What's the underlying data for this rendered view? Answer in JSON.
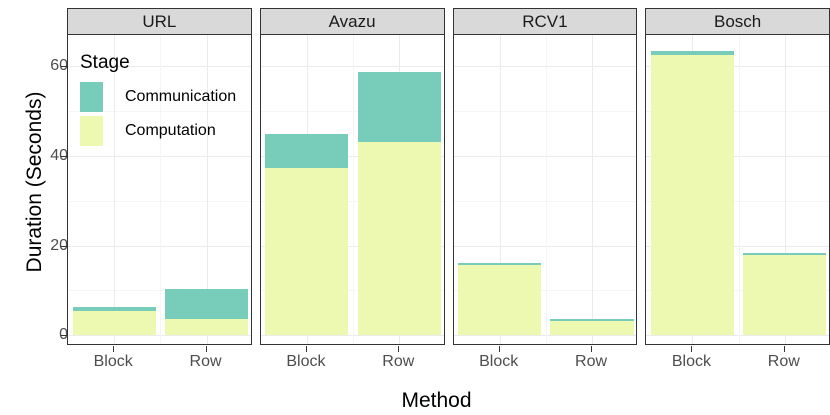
{
  "chart_data": {
    "type": "bar",
    "subtype": "stacked-bar-faceted",
    "title": "",
    "xlabel": "Method",
    "ylabel": "Duration (Seconds)",
    "ylim": [
      -2.2,
      67
    ],
    "yticks": [
      0,
      20,
      40,
      60
    ],
    "ytick_labels": [
      "0",
      "20",
      "40",
      "60"
    ],
    "minor_gridlines_y": [
      10,
      30,
      50
    ],
    "grid": true,
    "legend_title": "Stage",
    "legend_position": "inside-top-left",
    "categories": [
      "Block",
      "Row"
    ],
    "facets": [
      "URL",
      "Avazu",
      "RCV1",
      "Bosch"
    ],
    "series": [
      {
        "name": "Computation",
        "color": "#EDF8B1",
        "values": {
          "URL": {
            "Block": 5.3,
            "Row": 3.7
          },
          "Avazu": {
            "Block": 37.3,
            "Row": 43.0
          },
          "RCV1": {
            "Block": 15.6,
            "Row": 3.1
          },
          "Bosch": {
            "Block": 62.5,
            "Row": 17.9
          }
        }
      },
      {
        "name": "Communication",
        "color": "#77CCBA",
        "values": {
          "URL": {
            "Block": 0.9,
            "Row": 6.6
          },
          "Avazu": {
            "Block": 7.7,
            "Row": 15.8
          },
          "RCV1": {
            "Block": 0.5,
            "Row": 0.4
          },
          "Bosch": {
            "Block": 0.9,
            "Row": 0.5
          }
        }
      }
    ],
    "totals": {
      "URL": {
        "Block": 6.2,
        "Row": 10.3
      },
      "Avazu": {
        "Block": 45.0,
        "Row": 58.8
      },
      "RCV1": {
        "Block": 16.1,
        "Row": 3.5
      },
      "Bosch": {
        "Block": 63.4,
        "Row": 18.4
      }
    }
  },
  "legend": {
    "title": "Stage",
    "items": [
      {
        "label": "Communication",
        "color": "#77CCBA"
      },
      {
        "label": "Computation",
        "color": "#EDF8B1"
      }
    ]
  },
  "axes": {
    "y_title": "Duration (Seconds)",
    "x_title": "Method",
    "y_tick_labels": [
      "60",
      "40",
      "20",
      "0"
    ],
    "x_tick_labels": [
      "Block",
      "Row"
    ]
  },
  "panels": [
    {
      "title": "URL"
    },
    {
      "title": "Avazu"
    },
    {
      "title": "RCV1"
    },
    {
      "title": "Bosch"
    }
  ],
  "colors": {
    "communication": "#77CCBA",
    "computation": "#EDF8B1",
    "strip_bg": "#D9D9D9",
    "panel_border": "#333333",
    "gridline_major": "#EBEBEB",
    "gridline_minor": "#F5F5F5",
    "tick_text": "#4D4D4D"
  }
}
